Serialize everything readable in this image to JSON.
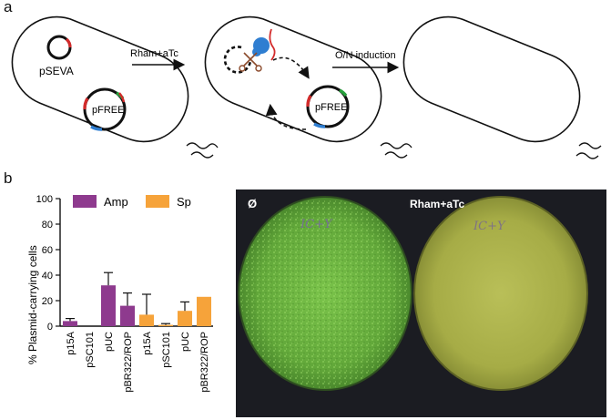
{
  "figure": {
    "panel_a_label": "a",
    "panel_b_label": "b"
  },
  "panel_a": {
    "cell1": {
      "plasmid_small_label": "pSEVA",
      "plasmid_large_label": "pFREE"
    },
    "arrow1_label": "Rham+aTc",
    "cell2": {
      "plasmid_large_label": "pFREE"
    },
    "arrow2_label": "O/N induction"
  },
  "chart_data": {
    "type": "bar",
    "ylabel": "% Plasmid-carrying cells",
    "ylim": [
      0,
      100
    ],
    "yticks": [
      0,
      20,
      40,
      60,
      80,
      100
    ],
    "categories": [
      "p15A",
      "pSC101",
      "pUC",
      "pBR322/ROP",
      "p15A",
      "pSC101",
      "pUC",
      "pBR322/ROP"
    ],
    "legend_position": "top",
    "series": [
      {
        "name": "Amp",
        "color": "#8e3a8e",
        "indices": [
          0,
          1,
          2,
          3
        ],
        "values": [
          4,
          0,
          32,
          16
        ],
        "errors": [
          2,
          0,
          10,
          10
        ]
      },
      {
        "name": "Sp",
        "color": "#f6a33a",
        "indices": [
          4,
          5,
          6,
          7
        ],
        "values": [
          9,
          1,
          12,
          23
        ],
        "errors": [
          16,
          1,
          7,
          0
        ]
      }
    ]
  },
  "plate": {
    "left_label": "Ø",
    "right_label": "Rham+aTc",
    "left_handwriting": "IC+Y",
    "right_handwriting": "IC+Y",
    "colors": {
      "background": "#1b1c22",
      "left_plate": "#62a83a",
      "right_plate": "#a9b04a"
    }
  }
}
